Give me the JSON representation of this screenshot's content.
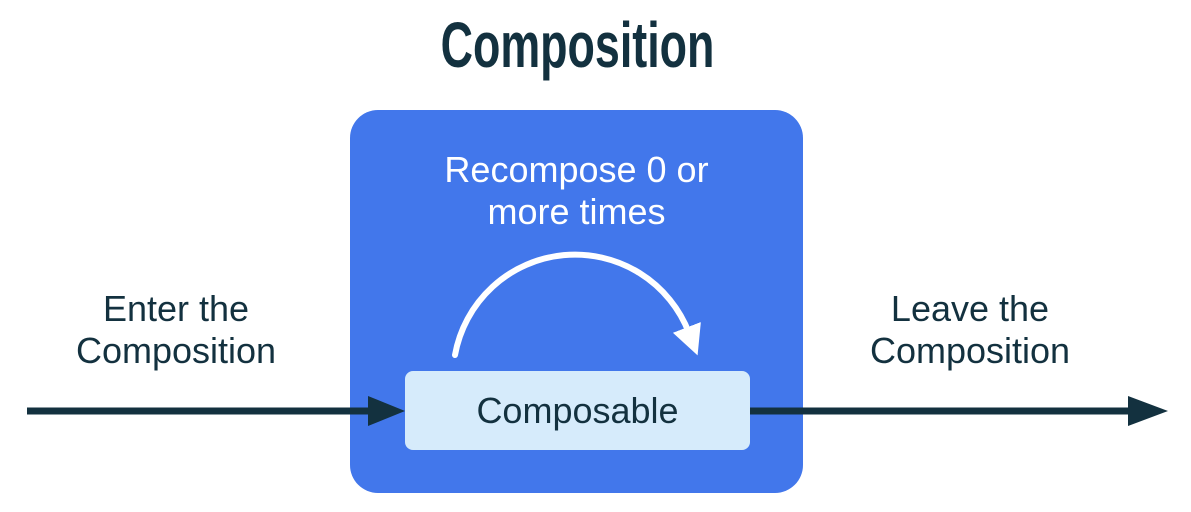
{
  "colors": {
    "background": "#FFFFFF",
    "container_blue": "#4277EB",
    "composable_blue": "#D6EBFB",
    "ink_navy": "#13313F",
    "loop_white": "#FFFFFF"
  },
  "diagram": {
    "title": "Composition",
    "enter_label": "Enter the\nComposition",
    "leave_label": "Leave the\nComposition",
    "container": {
      "recompose_label": "Recompose 0 or\nmore times",
      "composable_label": "Composable"
    }
  }
}
